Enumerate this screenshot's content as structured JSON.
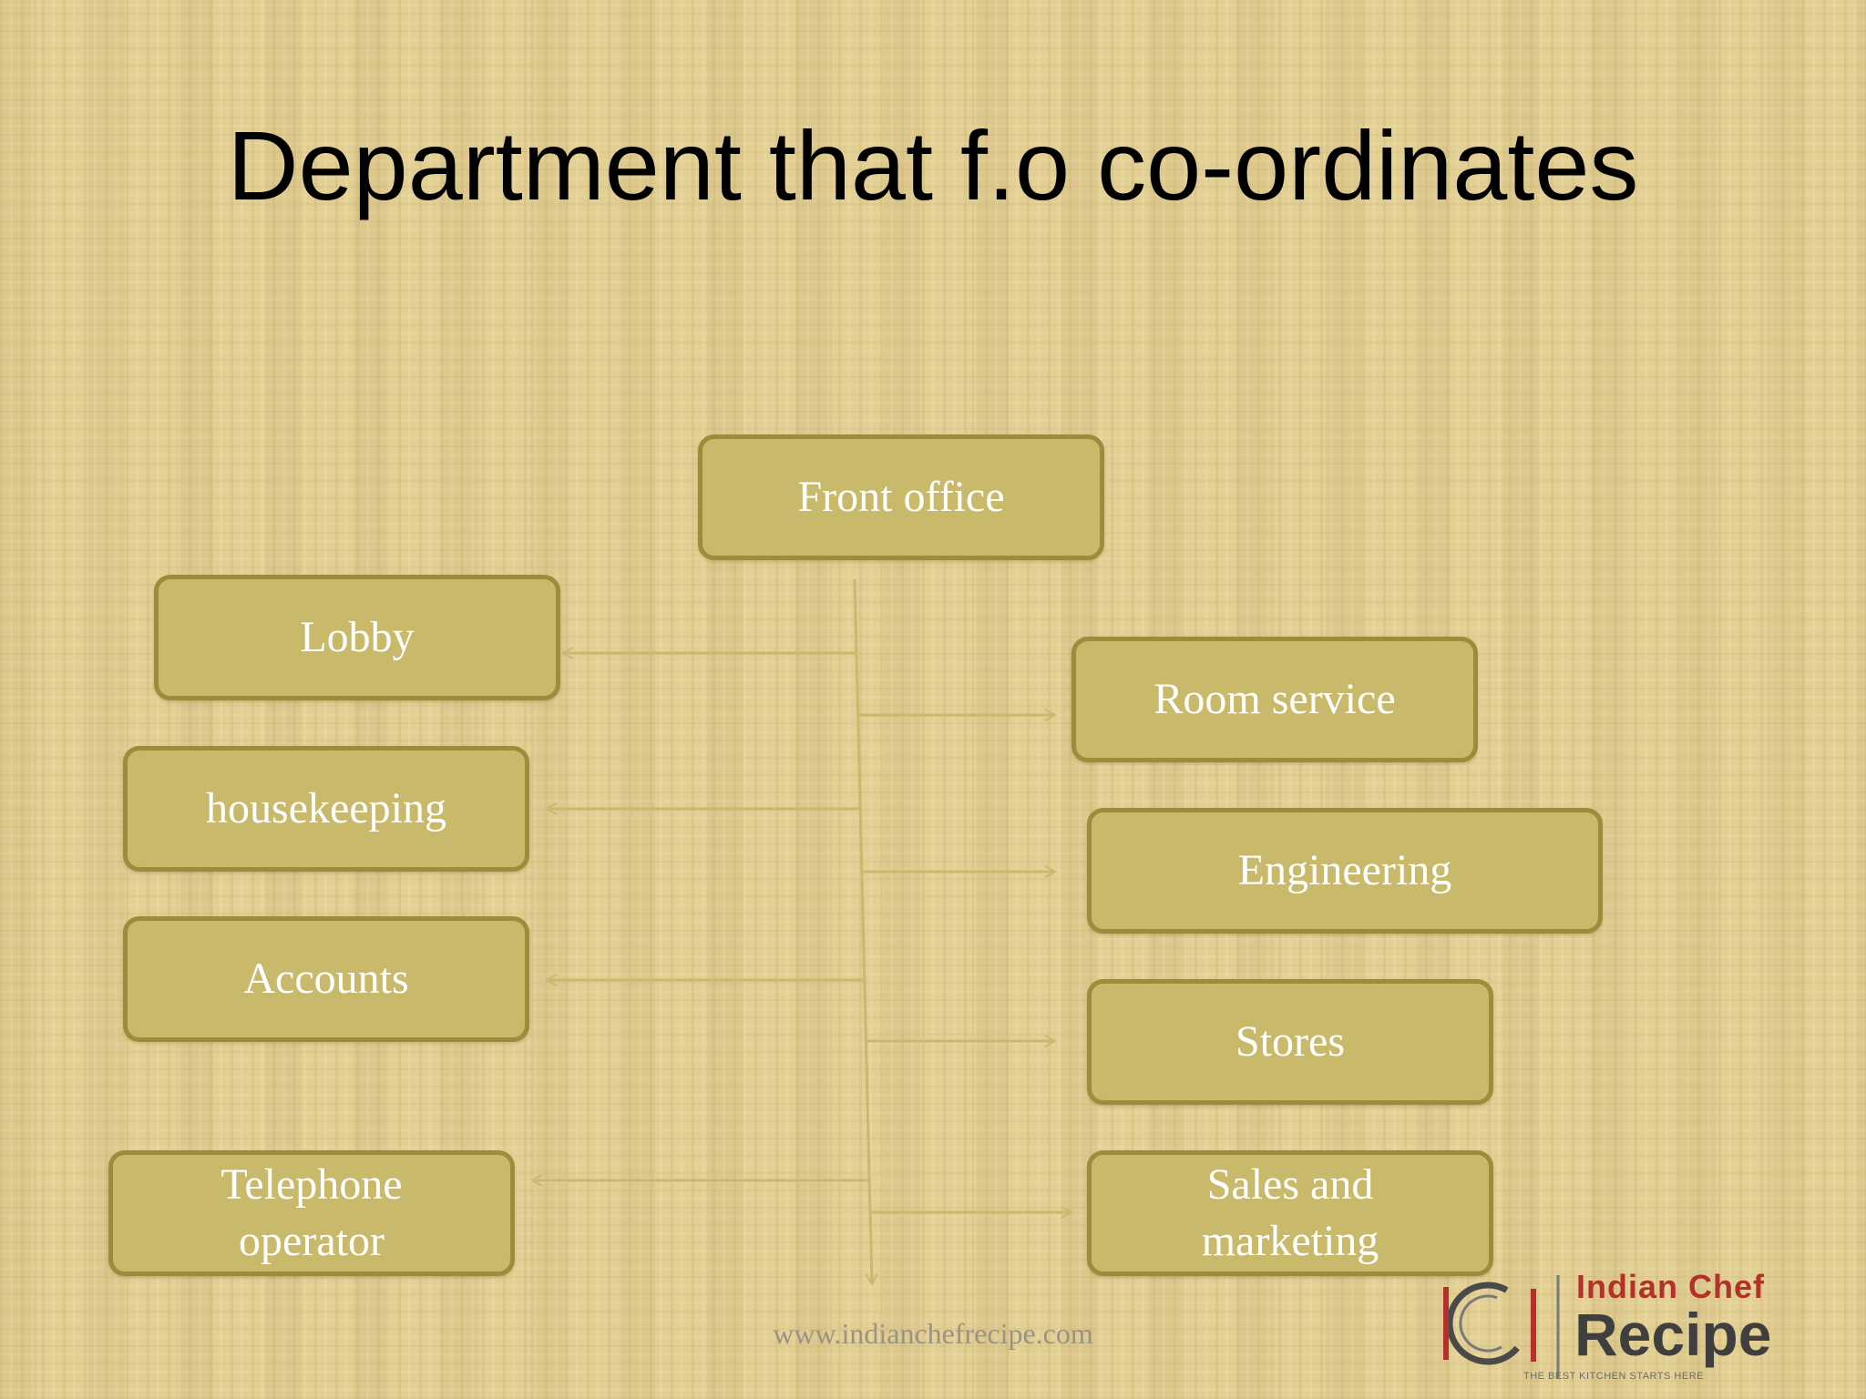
{
  "slide": {
    "title": "Department that f.o co-ordinates"
  },
  "diagram": {
    "root": "Front office",
    "left_departments": [
      "Lobby",
      "housekeeping",
      "Accounts",
      "Telephone operator"
    ],
    "right_departments": [
      "Room service",
      "Engineering",
      "Stores",
      "Sales and marketing"
    ]
  },
  "footer": {
    "url": "www.indianchefrecipe.com"
  },
  "logo": {
    "line1": "Indian Chef",
    "line2": "Recipe",
    "tagline": "THE BEST KITCHEN STARTS HERE"
  },
  "colors": {
    "box_fill": "#c9b96a",
    "box_border": "#9e8b3c",
    "connector": "#c9b86e",
    "logo_red": "#b4302a"
  }
}
